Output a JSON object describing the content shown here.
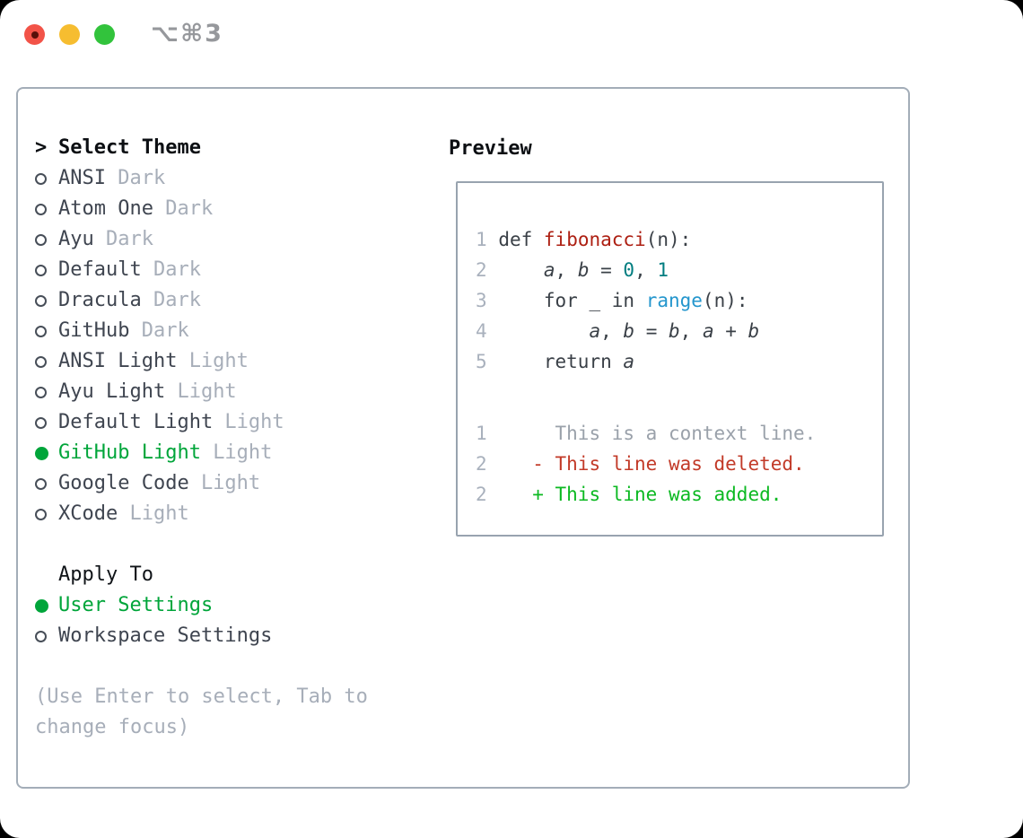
{
  "window": {
    "title": "⌥⌘3",
    "traffic_lights": [
      "close",
      "minimize",
      "zoom"
    ]
  },
  "theme_panel": {
    "prompt": ">",
    "heading": "Select Theme",
    "themes": [
      {
        "name": "ANSI",
        "variant": "Dark",
        "selected": false
      },
      {
        "name": "Atom One",
        "variant": "Dark",
        "selected": false
      },
      {
        "name": "Ayu",
        "variant": "Dark",
        "selected": false
      },
      {
        "name": "Default",
        "variant": "Dark",
        "selected": false
      },
      {
        "name": "Dracula",
        "variant": "Dark",
        "selected": false
      },
      {
        "name": "GitHub",
        "variant": "Dark",
        "selected": false
      },
      {
        "name": "ANSI Light",
        "variant": "Light",
        "selected": false
      },
      {
        "name": "Ayu Light",
        "variant": "Light",
        "selected": false
      },
      {
        "name": "Default Light",
        "variant": "Light",
        "selected": false
      },
      {
        "name": "GitHub Light",
        "variant": "Light",
        "selected": true
      },
      {
        "name": "Google Code",
        "variant": "Light",
        "selected": false
      },
      {
        "name": "XCode",
        "variant": "Light",
        "selected": false
      }
    ],
    "apply_heading": "Apply To",
    "apply_options": [
      {
        "label": "User Settings",
        "selected": true
      },
      {
        "label": "Workspace Settings",
        "selected": false
      }
    ],
    "hint": "(Use Enter to select, Tab to change focus)"
  },
  "preview": {
    "heading": "Preview",
    "code_lines": [
      {
        "num": "1",
        "segs": [
          [
            " ",
            "plain"
          ],
          [
            "def",
            "keyword"
          ],
          [
            " ",
            "plain"
          ],
          [
            "fibonacci",
            "function"
          ],
          [
            "(n):",
            "plain"
          ]
        ]
      },
      {
        "num": "2",
        "segs": [
          [
            "     ",
            "plain"
          ],
          [
            "a",
            "variable"
          ],
          [
            ", ",
            "plain"
          ],
          [
            "b",
            "variable"
          ],
          [
            " = ",
            "plain"
          ],
          [
            "0",
            "number"
          ],
          [
            ", ",
            "plain"
          ],
          [
            "1",
            "number"
          ]
        ]
      },
      {
        "num": "3",
        "segs": [
          [
            "     ",
            "plain"
          ],
          [
            "for",
            "keyword"
          ],
          [
            " _ ",
            "plain"
          ],
          [
            "in",
            "keyword"
          ],
          [
            " ",
            "plain"
          ],
          [
            "range",
            "builtin"
          ],
          [
            "(n):",
            "plain"
          ]
        ]
      },
      {
        "num": "4",
        "segs": [
          [
            "         ",
            "plain"
          ],
          [
            "a",
            "variable"
          ],
          [
            ", ",
            "plain"
          ],
          [
            "b",
            "variable"
          ],
          [
            " = ",
            "plain"
          ],
          [
            "b",
            "variable"
          ],
          [
            ", ",
            "plain"
          ],
          [
            "a",
            "variable"
          ],
          [
            " + ",
            "plain"
          ],
          [
            "b",
            "variable"
          ]
        ]
      },
      {
        "num": "5",
        "segs": [
          [
            "     ",
            "plain"
          ],
          [
            "return",
            "keyword"
          ],
          [
            " ",
            "plain"
          ],
          [
            "a",
            "variable"
          ]
        ]
      }
    ],
    "diff_lines": [
      {
        "num": "1",
        "segs": [
          [
            "      ",
            "plain"
          ],
          [
            "This is a context line.",
            "context"
          ]
        ]
      },
      {
        "num": "2",
        "segs": [
          [
            "    ",
            "plain"
          ],
          [
            "- This line was deleted.",
            "deleted"
          ]
        ]
      },
      {
        "num": "2",
        "segs": [
          [
            "    ",
            "plain"
          ],
          [
            "+ This line was added.",
            "added"
          ]
        ]
      }
    ]
  },
  "colors": {
    "selection_green": "#00a53a",
    "added_green": "#0cb922",
    "deleted_red": "#c23a28",
    "function_red": "#ad1f12",
    "number_teal": "#007d80",
    "builtin_blue": "#2496cd",
    "muted_gray": "#a7aeb9",
    "text_dark": "#3a4047",
    "panel_border": "#a3adb8",
    "traffic_red": "#f25348",
    "traffic_yellow": "#f6bd30",
    "traffic_green": "#32c33c"
  }
}
